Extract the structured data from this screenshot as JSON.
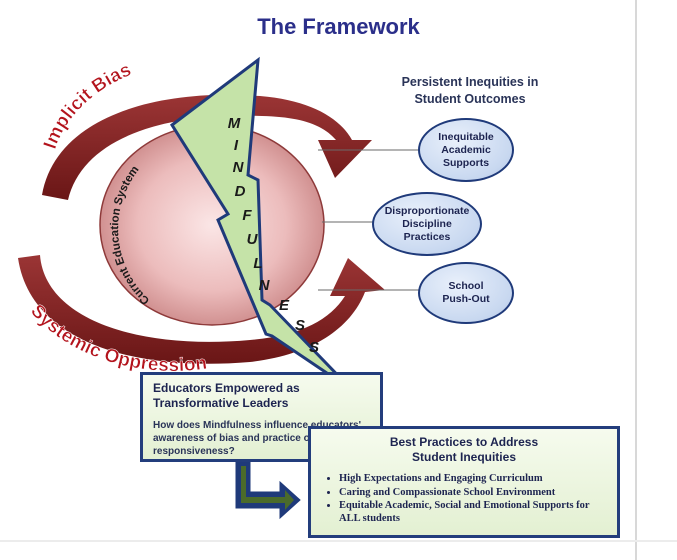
{
  "title": "The Framework",
  "labels": {
    "implicit_bias": "Implicit Bias",
    "systemic_oppression": "Systemic Oppression",
    "current_education_system": "Current Education System",
    "mindfulness": "MINDFULNESS"
  },
  "inequities": {
    "heading_line1": "Persistent Inequities in",
    "heading_line2": "Student Outcomes",
    "items": [
      {
        "line1": "Inequitable",
        "line2": "Academic",
        "line3": "Supports"
      },
      {
        "line1": "Disproportionate",
        "line2": "Discipline",
        "line3": "Practices"
      },
      {
        "line1": "School",
        "line2": "Push-Out",
        "line3": ""
      }
    ]
  },
  "educators_box": {
    "heading_line1": "Educators Empowered as",
    "heading_line2": "Transformative Leaders",
    "question": "How does Mindfulness influence educators' awareness of bias and practice of cultural responsiveness?"
  },
  "practices_box": {
    "heading_line1": "Best Practices to Address",
    "heading_line2": "Student Inequities",
    "items": [
      "High Expectations and Engaging Curriculum",
      "Caring and Compassionate School Environment",
      "Equitable Academic, Social and Emotional Supports for ALL students"
    ]
  },
  "colors": {
    "title": "#2b2f8a",
    "red_text": "#b3131c",
    "arrow_red": "#7a1e1e",
    "bolt_fill": "#c5e3a8",
    "oval_border": "#1f3a7a",
    "box_border": "#233d7c"
  }
}
